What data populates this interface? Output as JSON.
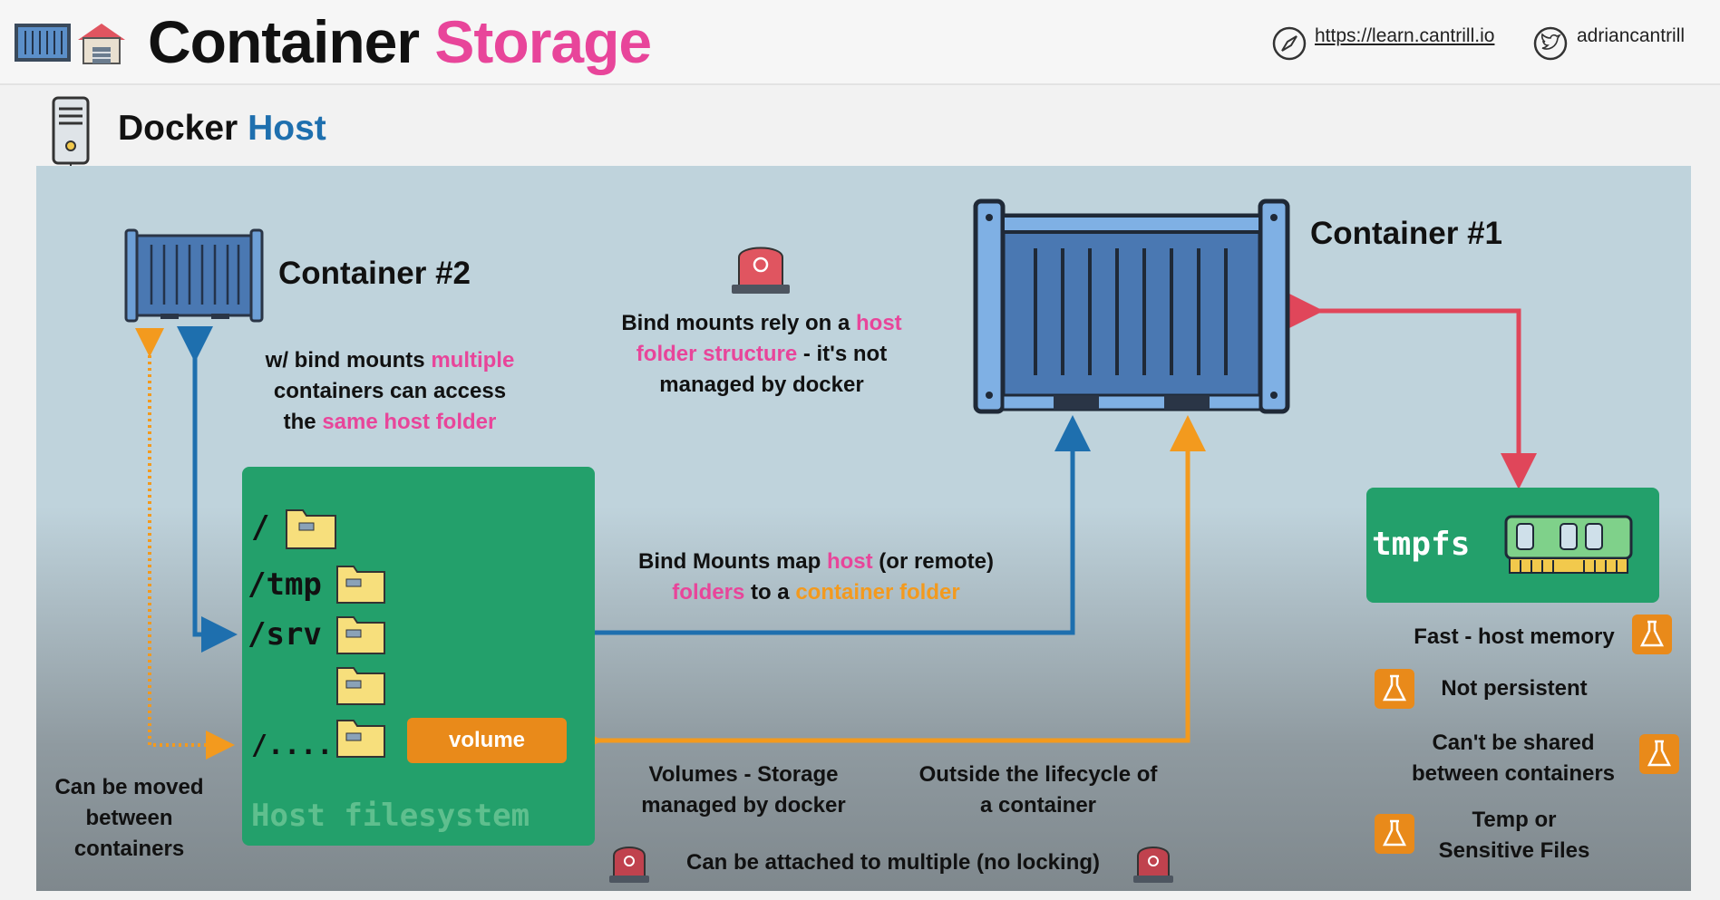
{
  "header": {
    "title_main": "Container",
    "title_accent": "Storage",
    "link_url": "https://learn.cantrill.io",
    "twitter_handle": "adriancantrill"
  },
  "section": {
    "title_main": "Docker",
    "title_accent": "Host"
  },
  "container2": {
    "label": "Container #2",
    "caption": {
      "a": "w/ bind mounts ",
      "b": "multiple",
      "c": "containers can access",
      "d": "the ",
      "e": "same host folder"
    }
  },
  "container1": {
    "label": "Container #1"
  },
  "bind_note": {
    "a": "Bind mounts rely on a ",
    "b": "host",
    "c": "folder structure",
    "d": " - it's not",
    "e": "managed by docker"
  },
  "bind_map": {
    "a": "Bind Mounts map ",
    "b": "host",
    "c": " (or remote)",
    "d": "folders",
    "e": " to a ",
    "f": "container folder"
  },
  "host_fs": {
    "label": "Host filesystem",
    "paths": [
      "/",
      "/tmp",
      "/srv",
      "/......"
    ],
    "volume_label": "volume"
  },
  "tmpfs": {
    "label": "tmpfs",
    "features": [
      "Fast - host memory",
      "Not persistent",
      "Can't be shared between containers",
      "Temp or Sensitive Files"
    ]
  },
  "notes": {
    "moved": "Can be moved between containers",
    "volumes": "Volumes - Storage managed by docker",
    "lifecycle": "Outside the lifecycle of a container",
    "attach": "Can be attached to multiple (no locking)"
  },
  "colors": {
    "pink": "#e8459a",
    "blue": "#1e6fae",
    "orange": "#f39a1e",
    "red": "#e0465a",
    "green": "#23a06b"
  }
}
